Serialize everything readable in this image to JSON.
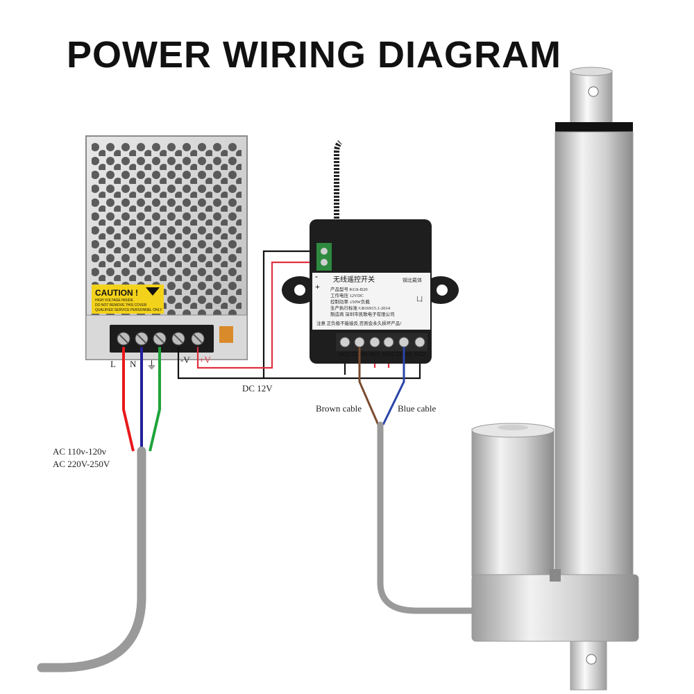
{
  "title": "POWER WIRING DIAGRAM",
  "power_supply": {
    "caution_title": "CAUTION !",
    "caution_lines": [
      "HIGH VOLTAGE INSIDE",
      "DO NOT REMOVE THIS COVER",
      "QUALIFIED SERVICE PERSONNEL ONLY"
    ],
    "terminal_labels": {
      "live": "L",
      "neutral": "N",
      "ground": "⏚",
      "neg": "-V",
      "pos": "+V"
    }
  },
  "controller": {
    "polarity_minus": "-",
    "polarity_plus": "+",
    "label_title": "无线遥控开关",
    "label_handwritten": "钢北载体",
    "label_lines": [
      "产品型号 KGS-B20",
      "工作电压 12VDC",
      "控制功率 ≤50W负载",
      "生产执行标准 GB16915.1-2014",
      "制造商 深圳市凯歌电子有限公司"
    ],
    "label_note": "注意 正负极不能接反,否则会永久损坏产品!",
    "mark": "凵",
    "terminals": [
      "NO1",
      "COM1",
      "NC1",
      "NO2",
      "COM2",
      "NC2"
    ]
  },
  "labels": {
    "dc": "DC  12V",
    "brown_cable": "Brown cable",
    "blue_cable": "Blue cable",
    "ac_line1": "AC 110v-120v",
    "ac_line2": "AC 220V-250V"
  },
  "colors": {
    "live": "#e8191b",
    "neutral": "#22209a",
    "ground": "#1fa33a",
    "dc_pos": "#e03040",
    "dc_neg": "#111111",
    "brown": "#7a4a2e",
    "blue": "#2a44a8",
    "cable_grey": "#9a9a9a",
    "actuator_metal": "#cfcfcf"
  }
}
